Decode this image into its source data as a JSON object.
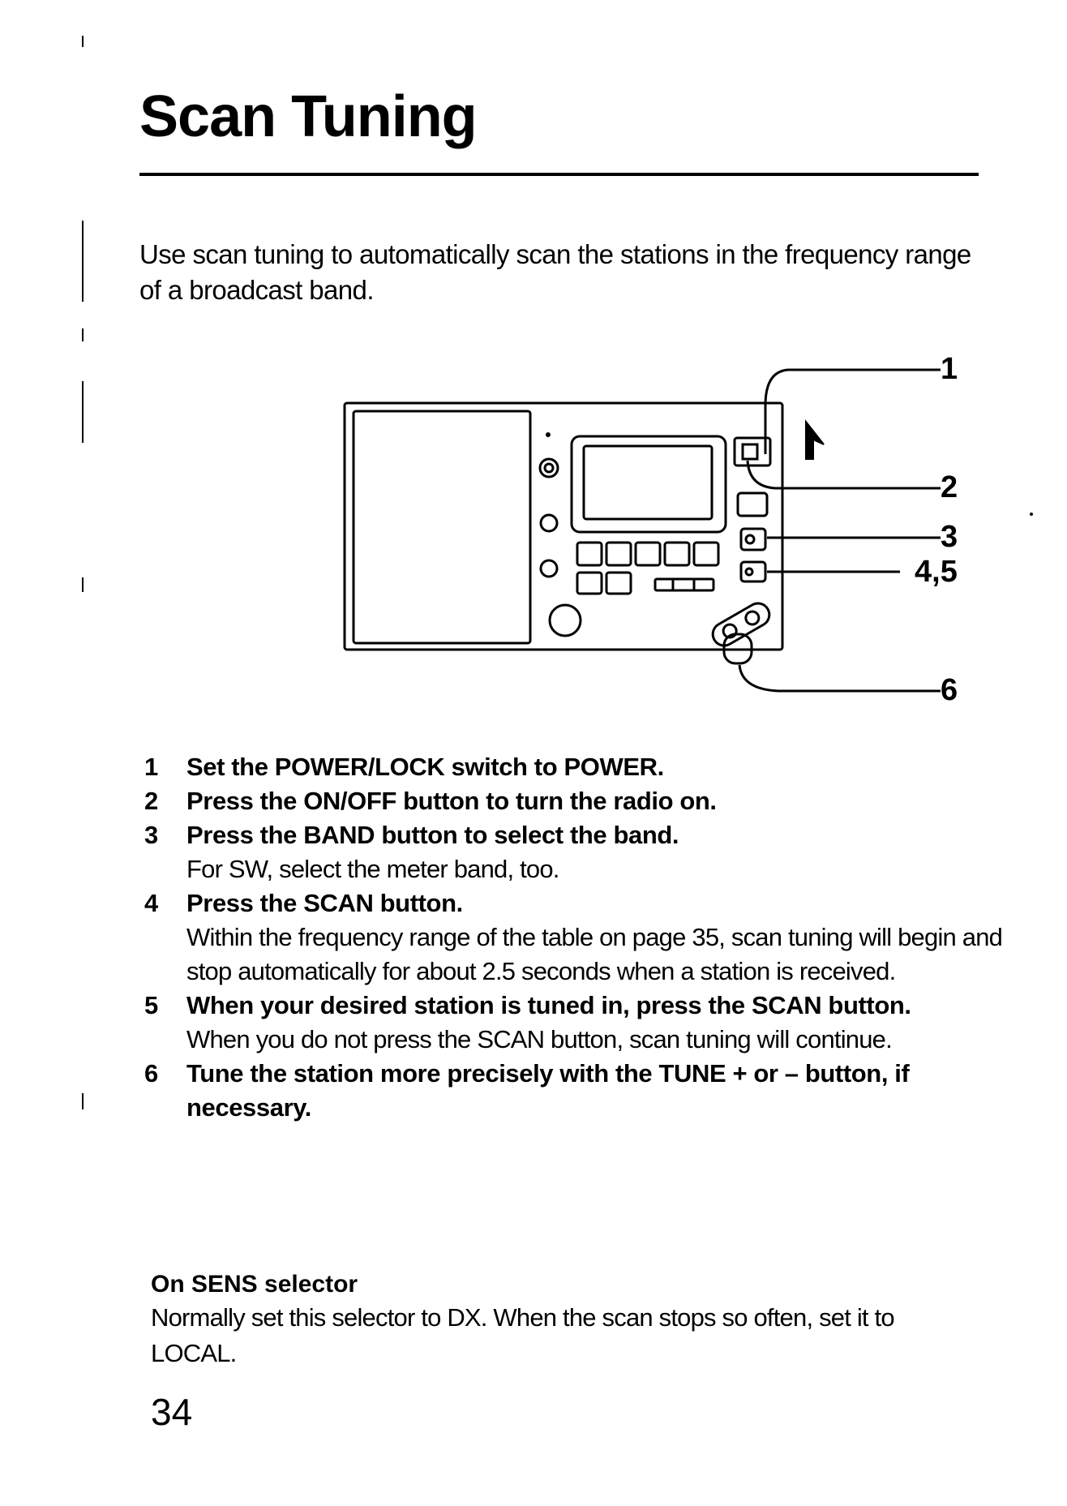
{
  "page": {
    "title": "Scan Tuning",
    "intro": "Use scan tuning to automatically scan the stations in the frequency range of a broadcast band.",
    "page_number": "34"
  },
  "diagram": {
    "callouts": [
      "1",
      "2",
      "3",
      "4,5",
      "6"
    ]
  },
  "steps": [
    {
      "number": "1",
      "action": "Set the POWER/LOCK switch to POWER.",
      "note": ""
    },
    {
      "number": "2",
      "action": "Press the ON/OFF button to turn the radio on.",
      "note": ""
    },
    {
      "number": "3",
      "action": "Press the BAND button to select the band.",
      "note": "For SW, select the meter band, too."
    },
    {
      "number": "4",
      "action": "Press the SCAN button.",
      "note": "Within the frequency range of the table on page 35, scan tuning will begin and stop automatically for about 2.5 seconds when a station is received."
    },
    {
      "number": "5",
      "action": "When your desired station is tuned in, press the SCAN button.",
      "note": "When you do not press the SCAN button, scan tuning will continue."
    },
    {
      "number": "6",
      "action": "Tune the station more precisely with the TUNE + or – button, if necessary.",
      "note": ""
    }
  ],
  "sens": {
    "heading": "On SENS selector",
    "text": "Normally set this selector to DX.  When the scan stops so often, set it to LOCAL."
  }
}
